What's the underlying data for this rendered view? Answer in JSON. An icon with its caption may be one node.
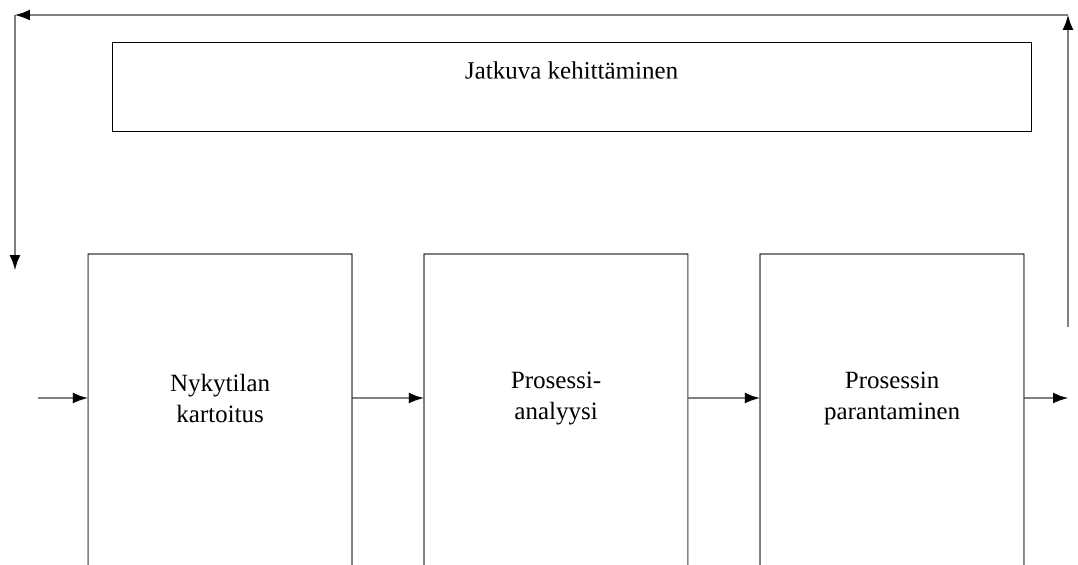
{
  "diagram": {
    "nodes": [
      {
        "text": [
          "Jatkuva kehittäminen"
        ]
      },
      {
        "text": [
          "Nykytilan kartoitus"
        ]
      },
      {
        "text": [
          "Prosessi-analyysi"
        ]
      },
      {
        "text": [
          "Prosessin parantaminen"
        ]
      }
    ],
    "edges": [
      {
        "from": null,
        "to": 1,
        "arrow": "to"
      },
      {
        "from": 1,
        "to": 2,
        "arrow": "to"
      },
      {
        "from": 2,
        "to": 3,
        "arrow": "to"
      },
      {
        "from": 3,
        "to": null,
        "arrow": "to"
      }
    ]
  }
}
